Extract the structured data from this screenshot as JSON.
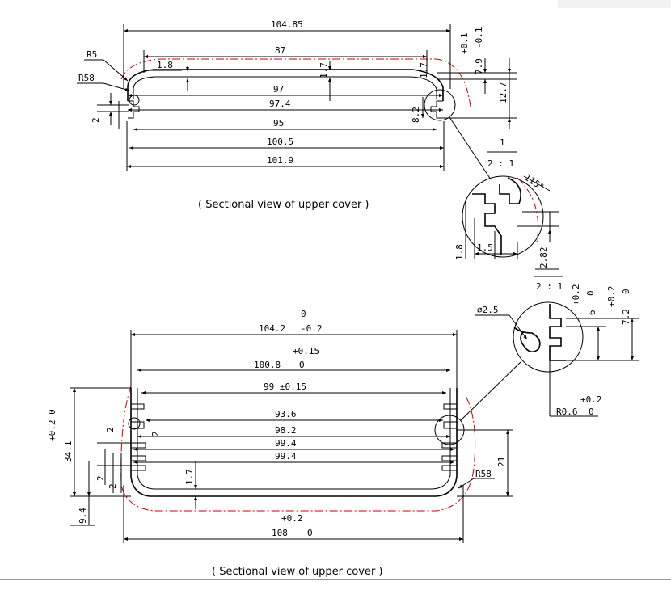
{
  "captions": {
    "top": "( Sectional view of upper cover )",
    "bottom": "( Sectional view of upper cover )"
  },
  "top_view": {
    "overall_width": "104.85",
    "inner_width": "87",
    "radius_outer": "R5",
    "radius_large": "R58",
    "wall_1_8": "1.8",
    "gap_1_7": "1.7",
    "gap_1_7_right": "1.7",
    "width_97": "97",
    "width_97_4": "97.4",
    "width_95": "95",
    "width_100_5": "100.5",
    "width_101_9": "101.9",
    "height_12_7": "12.7",
    "height_8_2": "8.2",
    "tol_base": "7.9",
    "tol_plus": "+0.1",
    "tol_minus": "-0.1",
    "left_2": "2"
  },
  "detail_top": {
    "scale_num": "1",
    "scale": "2 : 1",
    "angle": "115°",
    "d_1_8": "1.8",
    "d_1_5": "1.5",
    "d_2_82": "2.82"
  },
  "bottom_view": {
    "w_104_2": "104.2",
    "w_104_2_tol_plus": "0",
    "w_104_2_tol_minus": "-0.2",
    "w_100_8": "100.8",
    "w_100_8_tol_plus": "+0.15",
    "w_100_8_tol_minus": "0",
    "w_99": "99 ±0.15",
    "w_93_6": "93.6",
    "w_98_2": "98.2",
    "w_99_4_a": "99.4",
    "w_99_4_b": "99.4",
    "h_34_1": "34.1",
    "h_34_1_tol": "+0.2  0",
    "h_9_4": "9.4",
    "h_21": "21",
    "r_58": "R58",
    "d_1_7": "1.7",
    "d_2_a": "2",
    "d_2_b": "2",
    "d_2_c": "2",
    "d_2_d": "2",
    "w_108": "108",
    "w_108_tol_plus": "+0.2",
    "w_108_tol_minus": "0"
  },
  "detail_bottom": {
    "scale": "2 : 1",
    "phi": "∅2.5",
    "h_6": "6",
    "h_6_tol_plus": "+0.2",
    "h_6_tol_minus": "0",
    "h_7_2": "7.2",
    "h_7_2_tol_plus": "+0.2",
    "h_7_2_tol_minus": "0",
    "r_0_6": "R0.6",
    "r_0_6_tol_plus": "+0.2",
    "r_0_6_tol_minus": "0"
  }
}
